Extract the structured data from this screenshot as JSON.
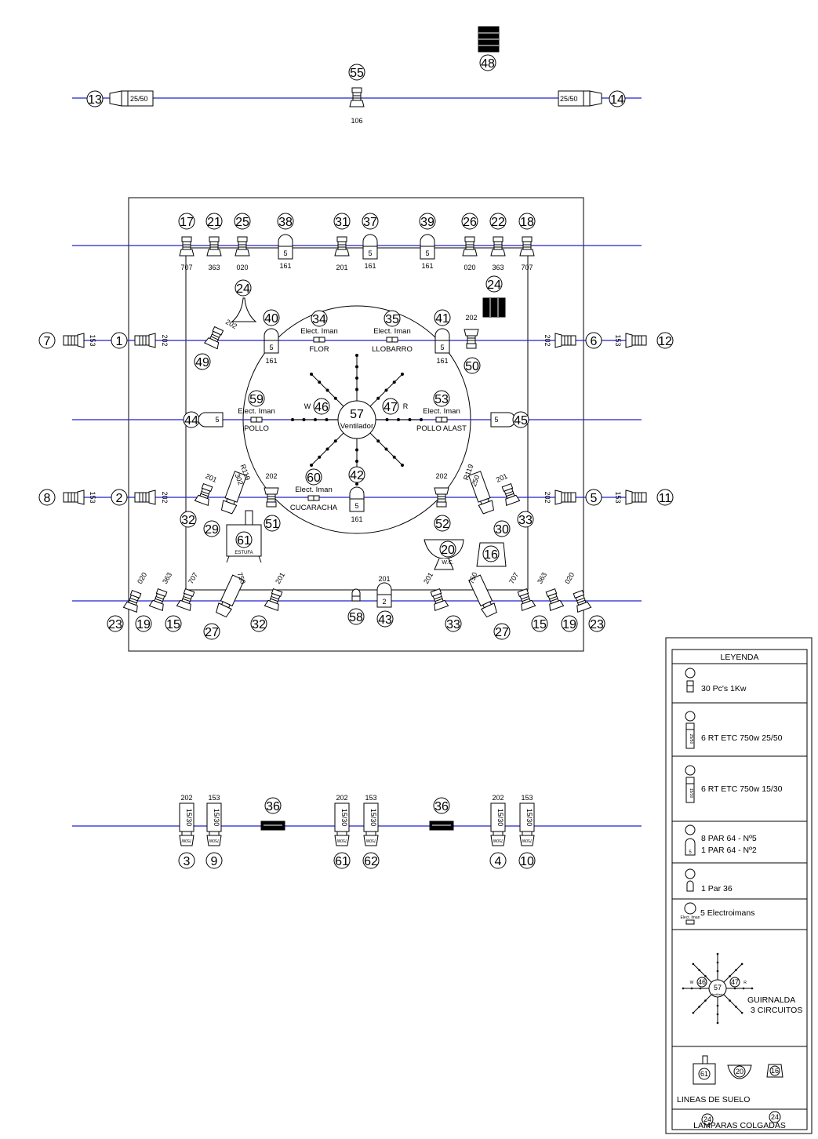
{
  "colors": {
    "pipe": "#2222cc",
    "line": "#000000"
  },
  "top_bar": {
    "left": {
      "id": "13",
      "label": "25/50"
    },
    "right": {
      "id": "14",
      "label": "25/50"
    },
    "center": {
      "id": "55",
      "code": "106"
    },
    "corner": {
      "id": "48"
    }
  },
  "pipe1": {
    "fixtures": [
      {
        "id": "17",
        "code": "707"
      },
      {
        "id": "21",
        "code": "363"
      },
      {
        "id": "25",
        "code": "020"
      },
      {
        "id": "38",
        "code": "161",
        "par": "5"
      },
      {
        "id": "31",
        "code": "201"
      },
      {
        "id": "37",
        "code": "161",
        "par": "5"
      },
      {
        "id": "39",
        "code": "161",
        "par": "5"
      },
      {
        "id": "26",
        "code": "020"
      },
      {
        "id": "22",
        "code": "363"
      },
      {
        "id": "18",
        "code": "707"
      }
    ]
  },
  "side_rows": {
    "row1_left": [
      {
        "id": "7",
        "code": "153"
      },
      {
        "id": "1",
        "code": "202"
      }
    ],
    "row1_right": [
      {
        "id": "6",
        "code": "202"
      },
      {
        "id": "12",
        "code": "153"
      }
    ],
    "row2_left": [
      {
        "id": "8",
        "code": "153"
      },
      {
        "id": "2",
        "code": "202"
      }
    ],
    "row2_right": [
      {
        "id": "5",
        "code": "202"
      },
      {
        "id": "11",
        "code": "153"
      }
    ]
  },
  "stage": {
    "id24a": "24",
    "id24b": "24",
    "f49": {
      "id": "49",
      "code": "202"
    },
    "f40": {
      "id": "40",
      "code": "161",
      "par": "5"
    },
    "f41": {
      "id": "41",
      "code": "161",
      "par": "5"
    },
    "f50": {
      "id": "50",
      "code": "202"
    },
    "f44": {
      "id": "44",
      "par": "5"
    },
    "f45": {
      "id": "45",
      "par": "5"
    },
    "f42": {
      "id": "42",
      "code": "161",
      "par": "5"
    },
    "f51": {
      "id": "51",
      "code": "202"
    },
    "f52": {
      "id": "52",
      "code": "202"
    },
    "f32": {
      "id": "32",
      "code": "201"
    },
    "f29": {
      "id": "29",
      "code": "R119",
      "code2": "302"
    },
    "f30": {
      "id": "30",
      "code": "R119",
      "code2": "250"
    },
    "f33": {
      "id": "33",
      "code": "201"
    },
    "f61": {
      "id": "61",
      "label": "ESTUFA"
    },
    "f20": {
      "id": "20",
      "label": "W.C."
    },
    "f16": {
      "id": "16"
    }
  },
  "magnets": [
    {
      "id": "34",
      "label": "Elect. Iman",
      "name": "FLOR"
    },
    {
      "id": "35",
      "label": "Elect. Iman",
      "name": "LLOBARRO"
    },
    {
      "id": "59",
      "label": "Elect. Iman",
      "name": "POLLO"
    },
    {
      "id": "53",
      "label": "Elect. Iman",
      "name": "POLLO ALAST"
    },
    {
      "id": "60",
      "label": "Elect. Iman",
      "name": "CUCARACHA"
    }
  ],
  "garland": {
    "center_id": "57",
    "center_label": "Ventilador",
    "left_id": "46",
    "left_tag": "W",
    "right_id": "47",
    "right_tag": "R"
  },
  "front_row": {
    "fixtures": [
      {
        "id": "23",
        "code": "020"
      },
      {
        "id": "19",
        "code": "363"
      },
      {
        "id": "15",
        "code": "707"
      },
      {
        "id": "27",
        "code": "750"
      },
      {
        "id": "32",
        "code": "201"
      },
      {
        "id": "58"
      },
      {
        "id": "43",
        "code": "201",
        "par": "2"
      },
      {
        "id": "33",
        "code": "201"
      },
      {
        "id": "27",
        "code": "750"
      },
      {
        "id": "15",
        "code": "707"
      },
      {
        "id": "19",
        "code": "363"
      },
      {
        "id": "23",
        "code": "020"
      }
    ]
  },
  "floor_pipe": {
    "fixtures": [
      {
        "id": "3",
        "code": "202",
        "label": "15/30",
        "w": "750W"
      },
      {
        "id": "9",
        "code": "153",
        "label": "15/30",
        "w": "750W"
      },
      {
        "id": "61",
        "code": "202",
        "label": "15/30",
        "w": "750W"
      },
      {
        "id": "62",
        "code": "153",
        "label": "15/30",
        "w": "750W"
      },
      {
        "id": "4",
        "code": "202",
        "label": "15/30",
        "w": "750W"
      },
      {
        "id": "10",
        "code": "153",
        "label": "15/30",
        "w": "750W"
      }
    ],
    "strip_a": {
      "id": "36"
    },
    "strip_b": {
      "id": "36"
    }
  },
  "legend": {
    "title": "LEYENDA",
    "items": [
      "30 Pc's 1Kw",
      "6 RT ETC 750w 25/50",
      "6 RT ETC 750w 15/30",
      "8 PAR 64 - Nº5",
      "1 PAR 64 - Nº2",
      "1 Par 36",
      "5 Electroimans",
      "GUIRNALDA",
      "3 CIRCUITOS",
      "LINEAS DE SUELO",
      "LAMPARAS COLGADAS"
    ],
    "tags": {
      "rt1": "25/50",
      "rt2": "15/30",
      "par": "5",
      "magnet": "Elect. Iman",
      "g_left": "46",
      "g_mid": "57",
      "g_right": "47",
      "g_w": "W",
      "g_r": "R",
      "g_mid_label": "Ventilador",
      "s61": "61",
      "s20": "20",
      "s16": "16",
      "s24a": "24",
      "s24b": "24"
    }
  }
}
